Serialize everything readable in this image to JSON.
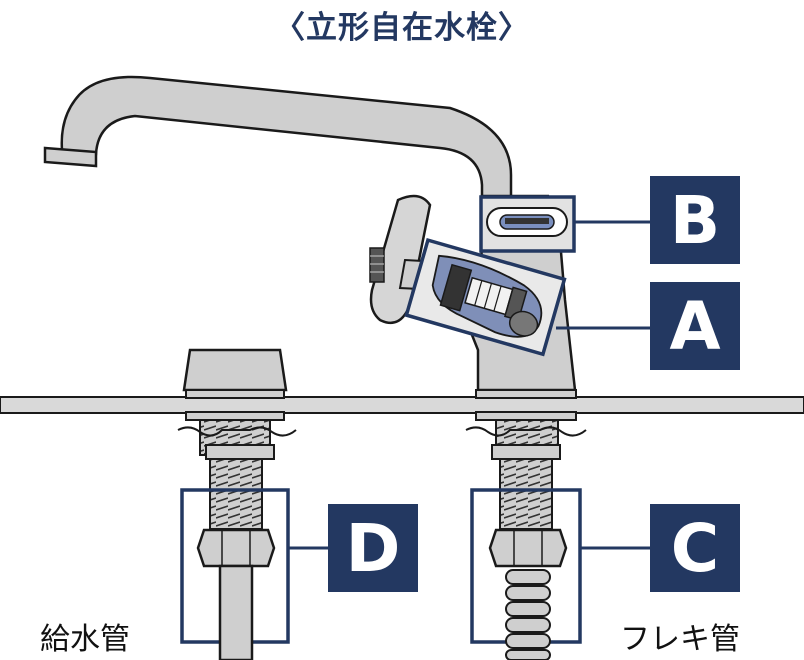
{
  "title": "〈立形自在水栓〉",
  "labels": {
    "a": "A",
    "b": "B",
    "c": "C",
    "d": "D"
  },
  "pipes": {
    "supply_pipe": "給水管",
    "flexible_pipe": "フレキ管"
  },
  "colors": {
    "accent_navy": "#233861",
    "metal_fill": "#cfcfcf",
    "dark_part": "#555555",
    "outline": "#1a1a1a"
  }
}
